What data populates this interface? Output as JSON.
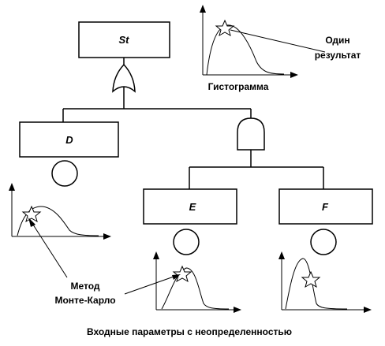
{
  "events": {
    "top": "St",
    "d": "D",
    "e": "E",
    "f": "F"
  },
  "labels": {
    "one_result_line1": "Один",
    "one_result_line2": "результат",
    "histogram": "Гистограмма",
    "method_line1": "Метод",
    "method_line2": "Монте-Карло",
    "caption": "Входные параметры с неопределенностью"
  },
  "gates": {
    "top": "or-gate-icon",
    "e_f": "and-gate-icon"
  },
  "colors": {
    "ink": "#000000",
    "background": "#ffffff"
  }
}
